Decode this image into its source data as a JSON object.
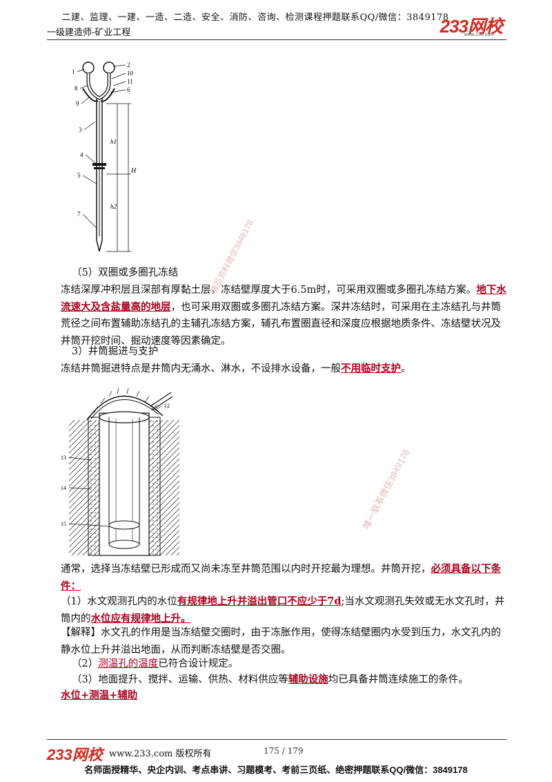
{
  "header": {
    "top_line": "二建、监理、一建、一造、二造、安全、消防、咨询、检测课程押题联系QQ/微信：3849178",
    "subtitle": "一级建造师-矿业工程",
    "logo": "233网校",
    "logo_url": "www.233.com"
  },
  "figure1": {
    "labels": [
      "1",
      "2",
      "10",
      "8",
      "11",
      "9",
      "6",
      "3",
      "h1",
      "4",
      "H",
      "5",
      "h2",
      "7"
    ]
  },
  "section5": {
    "heading": "（5）双圈或多圈孔冻结",
    "p1_a": "冻结深厚冲积层且深部有厚黏土层，冻结壁厚度大于6.5m时，可采用双圈或多圈孔冻结方案。",
    "p1_red": "地下水流速大及含盐量高的地层",
    "p1_b": "，也可采用双圈或多圈孔冻结方案。深井冻结时，可采用在主冻结孔与井筒荒径之间布置辅助冻结孔的主辅孔冻结方案，辅孔布置圈直径和深度应根据地质条件、冻结壁状况及井筒开挖时间、掘动速度等因素确定。"
  },
  "section3": {
    "heading": "3）井筒掘进与支护",
    "p_a": "冻结井筒掘进特点是井筒内无涌水、淋水，不设排水设备，一般",
    "p_red": "不用临时支护",
    "p_b": "。"
  },
  "figure2": {
    "labels": [
      "12",
      "13",
      "14",
      "15"
    ]
  },
  "body": {
    "p1_a": "通常，选择当冻结壁已形成而又尚未冻至井筒范围以内时开挖最为理想。井筒开挖，",
    "p1_red": "必须具备以下条件：",
    "c1_a": "（1）水文观测孔内的水位",
    "c1_red": "有规律地上升并溢出管口不应少于7d",
    "c1_b": ";当水文观测孔失效或无水文孔时，井筒内的",
    "c1_red2": "水位应有规律地上升。",
    "explain": "【解释】水文孔的作用是当冻结壁交圈时，由于冻胀作用，使得冻结壁圈内水受到压力，水文孔内的静水位上升并溢出地面，从而判断冻结壁是否交圈。",
    "c2_a": "（2）",
    "c2_red": "测温孔的温度",
    "c2_b": "已符合设计规定。",
    "c3_a": "（3）地面提升、搅拌、运输、供热、材料供应等",
    "c3_red": "辅助设施",
    "c3_b": "均已具备井筒连续施工的条件。",
    "summary": "水位+测温+辅助"
  },
  "watermarks": {
    "w1": "精品资料微信3849178",
    "w2": "唯一联系微信3849178"
  },
  "footer": {
    "logo": "233网校",
    "url": "www.233.com 版权所有",
    "page": "175 / 179",
    "note": "名师面授精华、央企内训、考点串讲、习题模考、考前三页纸、绝密押题联系QQ/微信：3849178"
  }
}
